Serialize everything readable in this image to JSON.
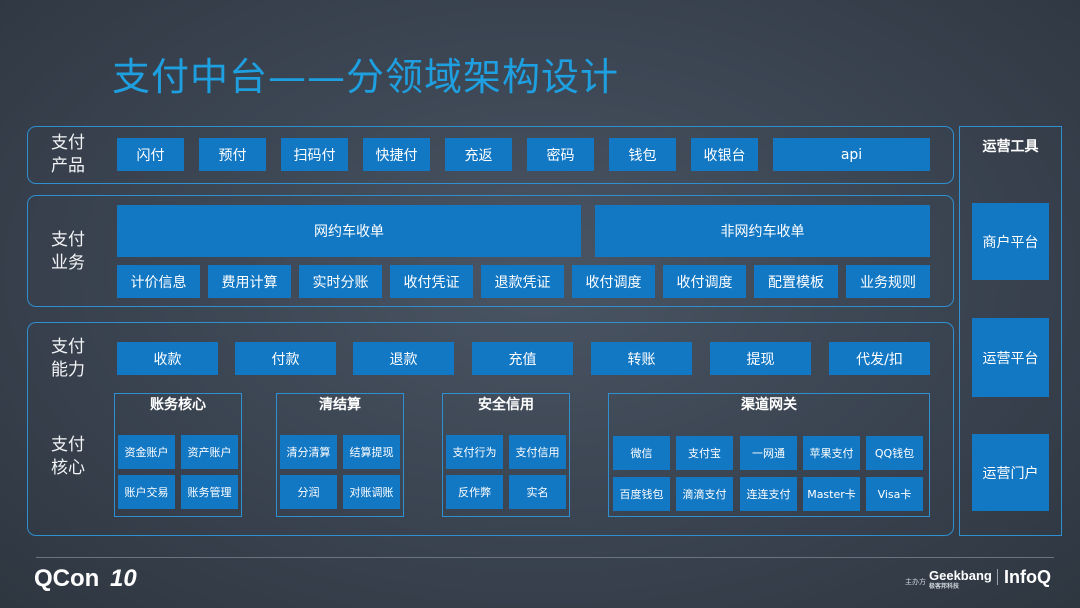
{
  "title": "支付中台——分领域架构设计",
  "rows": {
    "product": {
      "label_line1": "支付",
      "label_line2": "产品",
      "items": [
        "闪付",
        "预付",
        "扫码付",
        "快捷付",
        "充返",
        "密码",
        "钱包",
        "收银台",
        "api"
      ]
    },
    "business": {
      "label_line1": "支付",
      "label_line2": "业务",
      "top_items": [
        "网约车收单",
        "非网约车收单"
      ],
      "items": [
        "计价信息",
        "费用计算",
        "实时分账",
        "收付凭证",
        "退款凭证",
        "收付调度",
        "收付调度",
        "配置模板",
        "业务规则"
      ]
    },
    "capability": {
      "label_line1": "支付",
      "label_line2": "能力",
      "items": [
        "收款",
        "付款",
        "退款",
        "充值",
        "转账",
        "提现",
        "代发/扣"
      ]
    },
    "core": {
      "label_line1": "支付",
      "label_line2": "核心",
      "groups": [
        {
          "title": "账务核心",
          "items": [
            "资金账户",
            "资产账户",
            "账户交易",
            "账务管理"
          ]
        },
        {
          "title": "清结算",
          "items": [
            "清分清算",
            "结算提现",
            "分润",
            "对账调账"
          ]
        },
        {
          "title": "安全信用",
          "items": [
            "支付行为",
            "支付信用",
            "反作弊",
            "实名"
          ]
        },
        {
          "title": "渠道网关",
          "items": [
            "微信",
            "支付宝",
            "一网通",
            "苹果支付",
            "QQ钱包",
            "百度钱包",
            "滴滴支付",
            "连连支付",
            "Master卡",
            "Visa卡"
          ]
        }
      ]
    }
  },
  "ops": {
    "title": "运营工具",
    "items": [
      "商户平台",
      "运营平台",
      "运营门户"
    ]
  },
  "footer": {
    "qcon": "QCon",
    "qcon_num": "10",
    "sponsor_label": "主办方",
    "geekbang": "Geekbang",
    "geekbang_sub": "极客邦科技",
    "infoq": "InfoQ"
  },
  "colors": {
    "accent": "#1e9fe0",
    "block": "#1378c4",
    "border": "#2f8fd0"
  }
}
